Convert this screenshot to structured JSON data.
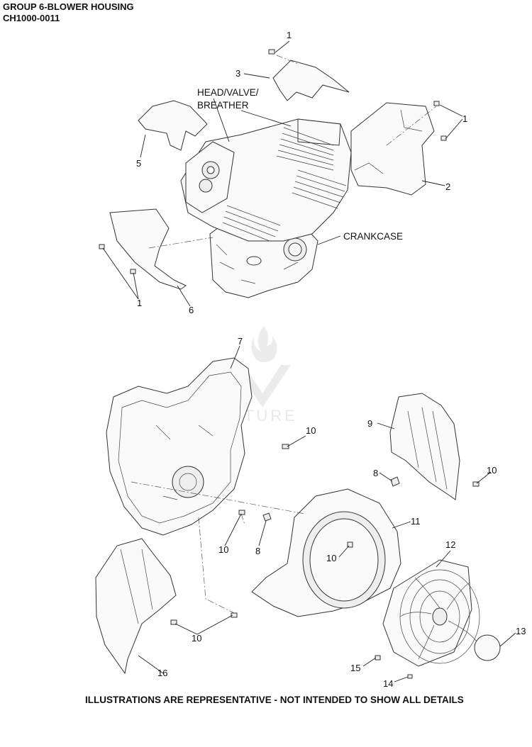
{
  "header": {
    "title": "GROUP 6-BLOWER HOUSING",
    "code": "CH1000-0011"
  },
  "callouts": {
    "c1a": "1",
    "c1b": "1",
    "c1c": "1",
    "c2": "2",
    "c3": "3",
    "c5": "5",
    "c6": "6",
    "c7": "7",
    "c8a": "8",
    "c8b": "8",
    "c9": "9",
    "c10a": "10",
    "c10b": "10",
    "c10c": "10",
    "c10d": "10",
    "c10e": "10",
    "c11": "11",
    "c12": "12",
    "c13": "13",
    "c14": "14",
    "c15": "15",
    "c16": "16"
  },
  "labels": {
    "head_line1": "HEAD/VALVE/",
    "head_line2": "BREATHER",
    "crankcase": "CRANKCASE"
  },
  "watermark": "EVENTURE",
  "footer": "ILLUSTRATIONS ARE REPRESENTATIVE - NOT INTENDED TO SHOW ALL DETAILS"
}
